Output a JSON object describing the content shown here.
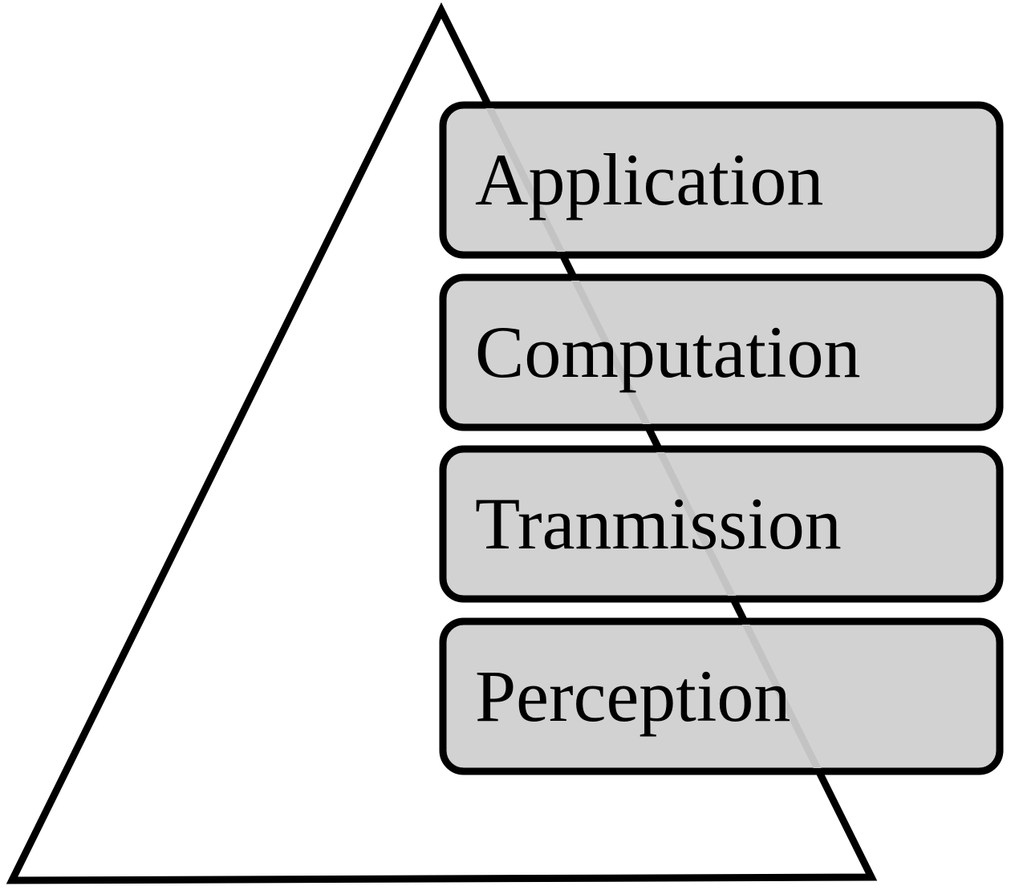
{
  "diagram": {
    "type": "layered-pyramid",
    "layers": [
      {
        "label": "Application"
      },
      {
        "label": "Computation"
      },
      {
        "label": "Tranmission"
      },
      {
        "label": "Perception"
      }
    ]
  },
  "colors": {
    "background": "#ffffff",
    "box_fill": "#d2d2d2",
    "box_border": "#000000",
    "triangle_stroke": "#000000",
    "edge_through_box": "#c3c3c3",
    "text": "#000000"
  }
}
